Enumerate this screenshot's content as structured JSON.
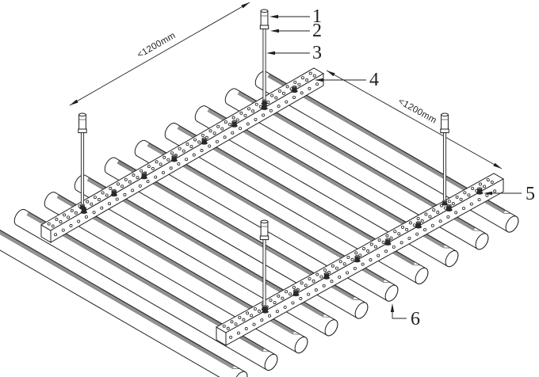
{
  "drawing": {
    "background": "#ffffff",
    "line_color": "#1f1f1f",
    "band_color": "#565656",
    "bolt_color": "#2b2b2b",
    "bolt_highlight": "#6a6a6a",
    "dimensions": {
      "left_label": "<1200mm",
      "right_label": "<1200mm"
    },
    "callouts": [
      {
        "label": "1"
      },
      {
        "label": "2"
      },
      {
        "label": "3"
      },
      {
        "label": "4"
      },
      {
        "label": "5"
      },
      {
        "label": "6"
      }
    ]
  }
}
